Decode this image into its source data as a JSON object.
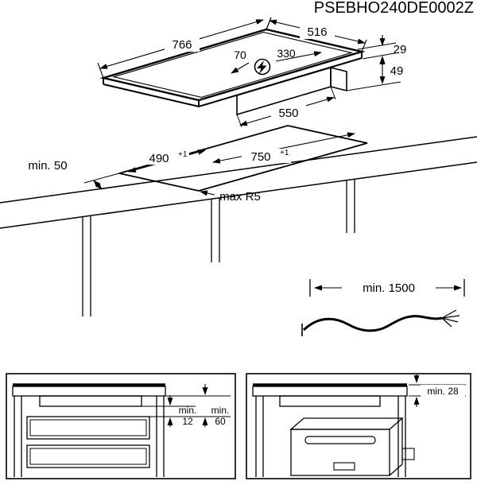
{
  "document_code": "PSEBHO240DE0002Z",
  "colors": {
    "line": "#000000",
    "background": "#ffffff"
  },
  "hob_view": {
    "width_mm": "766",
    "depth_mm": "516",
    "connection_offset_left": "70",
    "connection_offset_right": "330",
    "profile_height_mm": "29",
    "recess_depth_mm": "49",
    "recess_width_mm": "550",
    "power_icon": "lightning-bolt-in-circle"
  },
  "cutout_view": {
    "front_clearance": "min. 50",
    "depth_mm": "490",
    "depth_tolerance": "+1",
    "width_mm": "750",
    "width_tolerance": "+1",
    "corner_radius": "max R5"
  },
  "cable_view": {
    "length": "min. 1500"
  },
  "drawer_clearance_view": {
    "hob_gap_prefix": "min.",
    "hob_gap_value": "12",
    "vent_gap_prefix": "min.",
    "vent_gap_value": "60"
  },
  "oven_clearance_view": {
    "gap": "min. 28"
  }
}
